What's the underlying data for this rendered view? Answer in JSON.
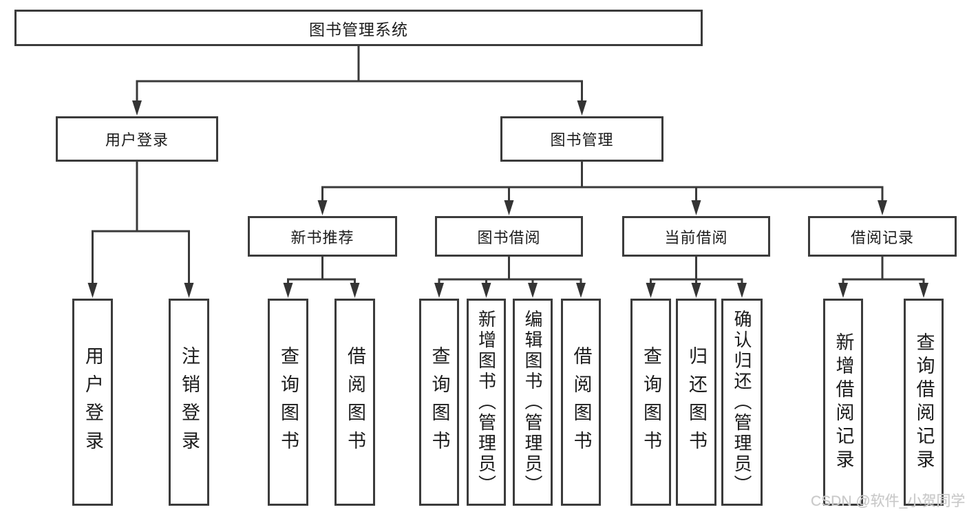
{
  "colors": {
    "line": "#3a3a3a",
    "box_border": "#3b3b3b",
    "text": "#1c1c1c",
    "watermark": "#c9c9c9",
    "background": "#ffffff"
  },
  "nodes": {
    "root": "图书管理系统",
    "user_login": "用户登录",
    "book_mgmt": "图书管理",
    "new_book_rec": "新书推荐",
    "book_borrow": "图书借阅",
    "current_borrow": "当前借阅",
    "borrow_record": "借阅记录",
    "leaf_user_login": "用户登录",
    "leaf_logout": "注销登录",
    "leaf_nb_query": "查询图书",
    "leaf_nb_borrow": "借阅图书",
    "leaf_bb_query": "查询图书",
    "leaf_bb_add": "新增图书（管理员）",
    "leaf_bb_edit": "编辑图书（管理员）",
    "leaf_bb_borrow": "借阅图书",
    "leaf_cb_query": "查询图书",
    "leaf_cb_return": "归还图书",
    "leaf_cb_confirm": "确认归还（管理员）",
    "leaf_br_add": "新增借阅记录",
    "leaf_br_query": "查询借阅记录"
  },
  "watermark": "CSDN @软件_小贺同学"
}
